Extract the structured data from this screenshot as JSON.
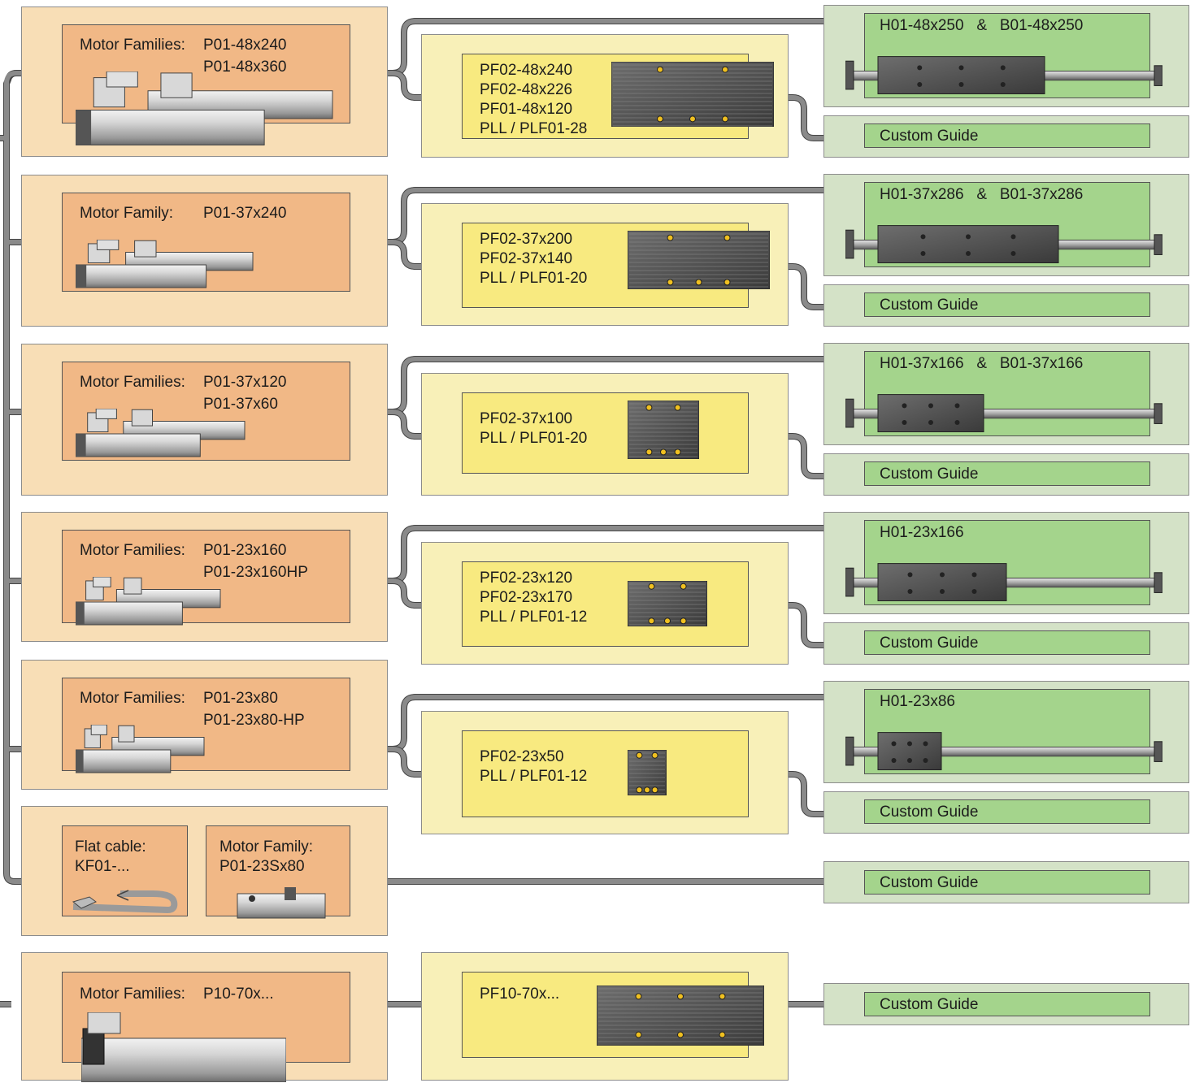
{
  "colors": {
    "motor_outer": "#f8deb6",
    "motor_inner": "#f1b886",
    "front_outer": "#f8f0b8",
    "front_inner": "#f8ea80",
    "guide_outer": "#d4e2c7",
    "guide_inner": "#a4d48c",
    "wire": "#8a8a8a"
  },
  "rows": [
    {
      "motor_title": "Motor Families:",
      "motor_models": [
        "P01-48x240",
        "P01-48x360"
      ],
      "front_lines": [
        "PF02-48x240",
        "PF02-48x226",
        "PF01-48x120",
        "PLL / PLF01-28"
      ],
      "guide_title": "H01-48x250   &   B01-48x250",
      "custom_label": "Custom Guide"
    },
    {
      "motor_title": "Motor Family:",
      "motor_models": [
        "P01-37x240"
      ],
      "front_lines": [
        "PF02-37x200",
        "PF02-37x140",
        "PLL / PLF01-20"
      ],
      "guide_title": "H01-37x286   &   B01-37x286",
      "custom_label": "Custom Guide"
    },
    {
      "motor_title": "Motor Families:",
      "motor_models": [
        "P01-37x120",
        "P01-37x60"
      ],
      "front_lines": [
        "PF02-37x100",
        "PLL / PLF01-20"
      ],
      "guide_title": "H01-37x166   &   B01-37x166",
      "custom_label": "Custom Guide"
    },
    {
      "motor_title": "Motor Families:",
      "motor_models": [
        "P01-23x160",
        "P01-23x160HP"
      ],
      "front_lines": [
        "PF02-23x120",
        "PF02-23x170",
        "PLL / PLF01-12"
      ],
      "guide_title": "H01-23x166",
      "custom_label": "Custom Guide"
    },
    {
      "motor_title": "Motor Families:",
      "motor_models": [
        "P01-23x80",
        "P01-23x80-HP"
      ],
      "front_lines": [
        "PF02-23x50",
        "PLL / PLF01-12"
      ],
      "guide_title": "H01-23x86",
      "custom_label": "Custom Guide"
    }
  ],
  "flat_row": {
    "cable_lines": [
      "Flat cable:",
      "KF01-..."
    ],
    "motor_lines": [
      "Motor Family:",
      "P01-23Sx80"
    ],
    "custom_label": "Custom Guide"
  },
  "p10_row": {
    "motor_title": "Motor Families:",
    "motor_models": [
      "P10-70x..."
    ],
    "front_lines": [
      "PF10-70x..."
    ],
    "custom_label": "Custom Guide"
  }
}
